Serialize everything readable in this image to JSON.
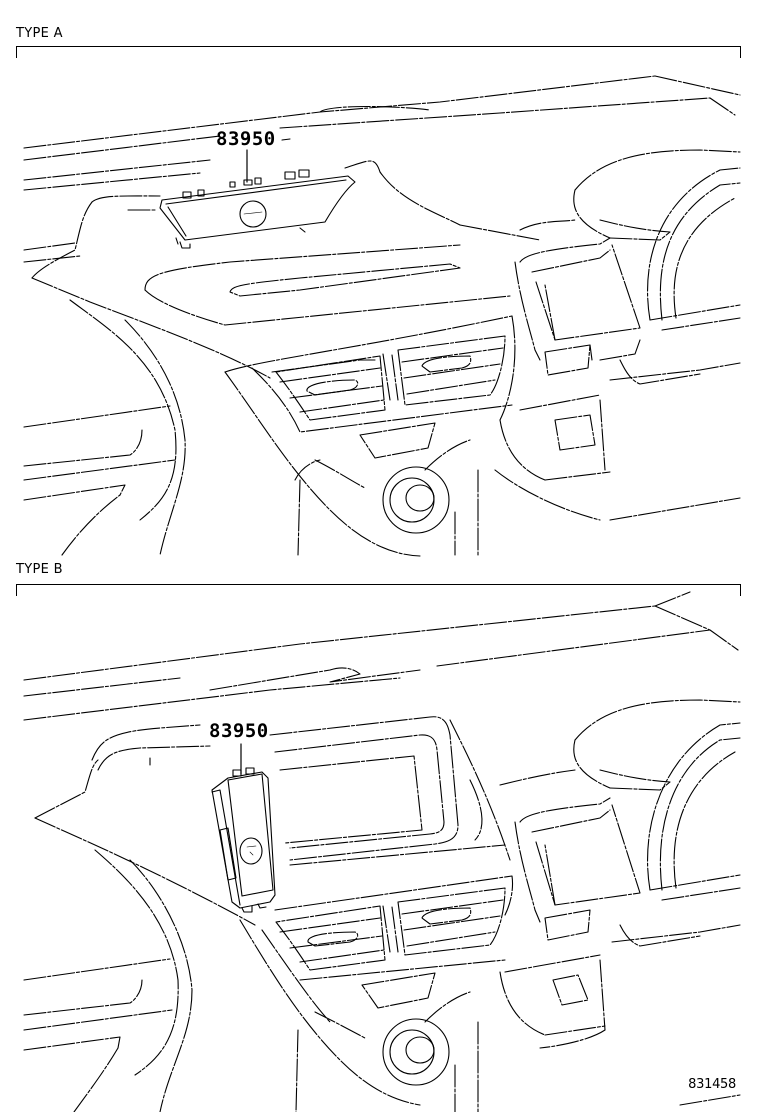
{
  "diagram": {
    "type": "parts-catalog-illustration",
    "illustration_id": "831458",
    "line_color": "#000000",
    "background_color": "#ffffff"
  },
  "sections": [
    {
      "label": "TYPE A",
      "callouts": [
        {
          "part_number": "83950",
          "target": "clock-assembly-dash-top"
        }
      ],
      "components": [
        "instrument-panel",
        "clock-assembly",
        "center-cluster",
        "air-vents",
        "hazard-switch",
        "shift-knob",
        "instrument-cluster-hood",
        "combination-meter"
      ]
    },
    {
      "label": "TYPE B",
      "callouts": [
        {
          "part_number": "83950",
          "target": "clock-assembly-vertical"
        }
      ],
      "components": [
        "instrument-panel",
        "clock-assembly",
        "display-screen",
        "center-cluster",
        "air-vents",
        "hazard-switch",
        "shift-knob",
        "instrument-cluster-hood",
        "combination-meter"
      ]
    }
  ]
}
